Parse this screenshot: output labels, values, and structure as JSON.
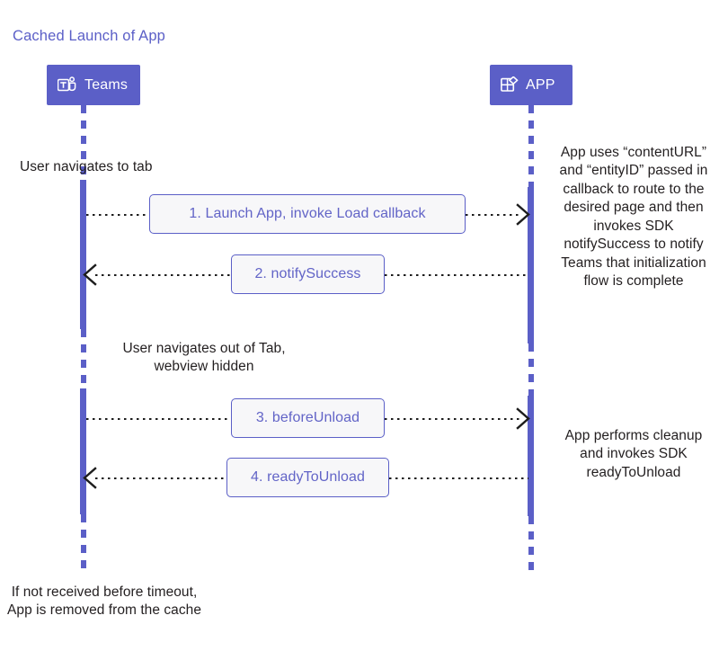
{
  "title": "Cached Launch of App",
  "theme": {
    "accent": "#5b5fc7",
    "message_text": "#6264c7",
    "message_fill": "#f7f7f9",
    "note_text": "#231f20",
    "arrow": "#1d1d1d",
    "background": "#ffffff"
  },
  "participants": [
    {
      "id": "teams",
      "label": "Teams",
      "icon": "microsoft-teams-icon"
    },
    {
      "id": "app",
      "label": "APP",
      "icon": "app-grid-icon"
    }
  ],
  "messages": [
    {
      "number": "1.",
      "label": "1. Launch App, invoke Load callback",
      "direction": "right"
    },
    {
      "number": "2.",
      "label": "2. notifySuccess",
      "direction": "left"
    },
    {
      "number": "3.",
      "label": "3. beforeUnload",
      "direction": "right"
    },
    {
      "number": "4.",
      "label": "4. readyToUnload",
      "direction": "left"
    }
  ],
  "notes": {
    "user_navigates_to_tab": "User navigates to tab",
    "user_navigates_out_line1": "User navigates out of Tab,",
    "user_navigates_out_line2": "webview hidden",
    "app_route_note": "App uses “contentURL” and “entityID” passed in callback to route to the desired page and then invokes SDK notifySuccess to notify Teams that initialization flow is complete",
    "app_cleanup_note": "App performs cleanup and invokes SDK readyToUnload",
    "timeout_note": "If not received before timeout, App is removed from the cache"
  }
}
